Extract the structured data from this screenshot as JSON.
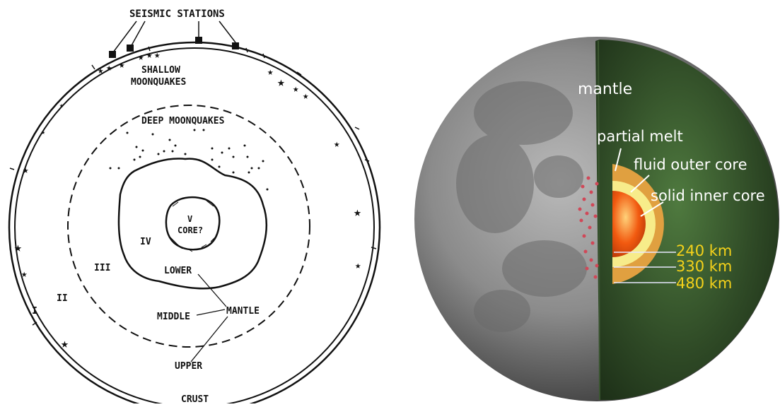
{
  "left_diagram": {
    "title": "SEISMIC STATIONS",
    "labels": {
      "shallow_1": "SHALLOW",
      "shallow_2": "MOONQUAKES",
      "deep": "DEEP MOONQUAKES",
      "core_v": "V",
      "core_q": "CORE?",
      "zone_iv": "IV",
      "zone_iii": "III",
      "zone_ii": "II",
      "zone_i": "I",
      "lower": "LOWER",
      "middle": "MIDDLE",
      "mantle": "MANTLE",
      "upper": "UPPER",
      "crust": "CRUST"
    }
  },
  "right_diagram": {
    "labels": {
      "mantle": "mantle",
      "partial_melt": "partial melt",
      "fluid_outer_core": "fluid outer core",
      "solid_inner_core": "solid inner core",
      "km_240": "240 km",
      "km_330": "330 km",
      "km_480": "480 km"
    },
    "colors": {
      "mantle": "#2f4a26",
      "partial_melt": "#e0a040",
      "outer_core": "#f7ec8a",
      "inner_core": "#f25a10",
      "km_text": "#f5d21a",
      "label_text": "#ffffff"
    }
  }
}
